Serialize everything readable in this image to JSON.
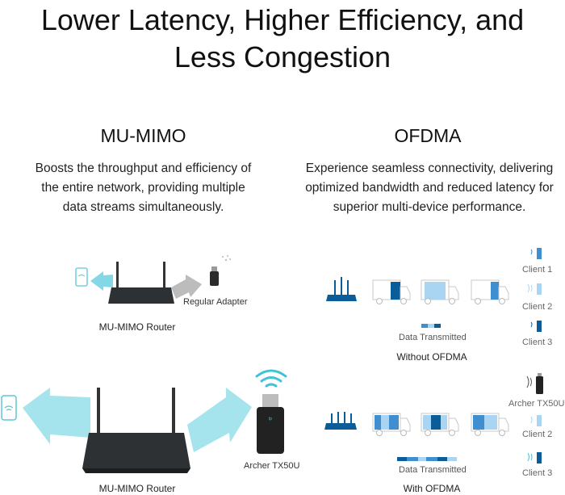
{
  "title_line1": "Lower Latency, Higher Efficiency, and",
  "title_line2": "Less Congestion",
  "left": {
    "heading": "MU-MIMO",
    "desc_lines": [
      "Boosts the throughput and efficiency of",
      "the entire network,  providing multiple",
      "data streams simultaneously."
    ],
    "top_router_label": "MU-MIMO Router",
    "adapter_label": "Regular Adapter",
    "bottom_router_label": "MU-MIMO Router",
    "archer_label": "Archer TX50U"
  },
  "right": {
    "heading": "OFDMA",
    "desc_lines": [
      "Experience seamless connectivity, delivering",
      "optimized bandwidth and reduced latency for",
      "superior multi-device performance."
    ],
    "without": {
      "data_label": "Data Transmitted",
      "caption": "Without OFDMA",
      "clients": [
        "Client 1",
        "Client 2",
        "Client 3"
      ]
    },
    "with": {
      "data_label": "Data Transmitted",
      "caption": "With OFDMA",
      "clients": [
        "Archer TX50U",
        "Client 2",
        "Client 3"
      ]
    }
  },
  "colors": {
    "dark_blue": "#0b5d9a",
    "mid_blue": "#3f8fd0",
    "light_blue": "#a9d4f2",
    "cyan": "#3fc3d6"
  }
}
